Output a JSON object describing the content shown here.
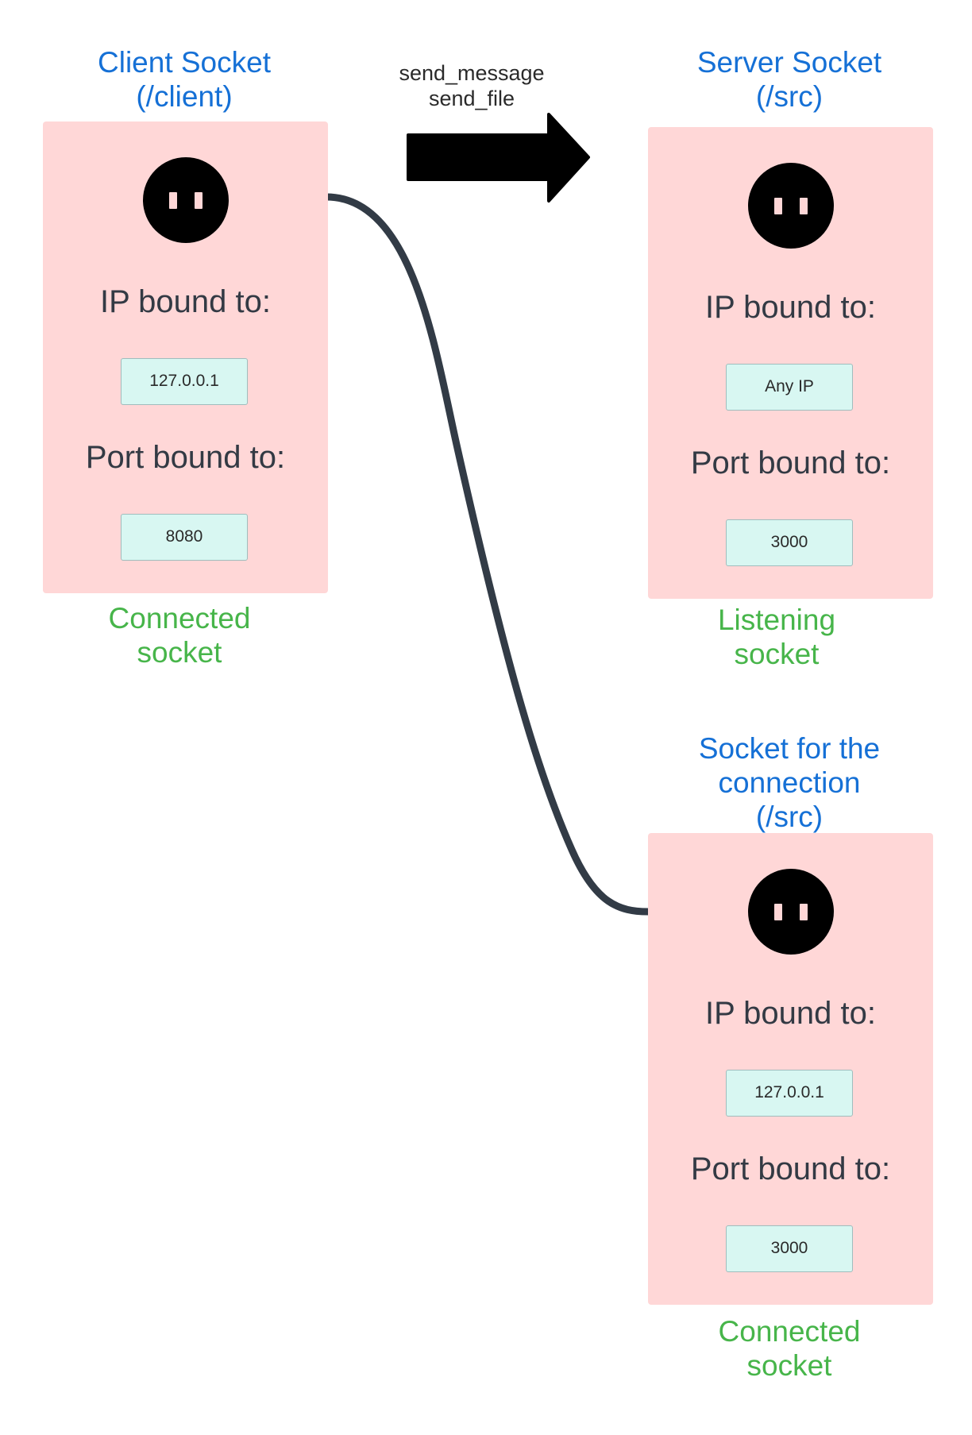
{
  "arrow": {
    "labels": [
      "send_message",
      "send_file"
    ],
    "color": "#000000"
  },
  "connector": {
    "color": "#323b46"
  },
  "sockets": {
    "client": {
      "title": [
        "Client Socket",
        "(/client)"
      ],
      "ip_label": "IP bound to:",
      "ip_value": "127.0.0.1",
      "port_label": "Port bound to:",
      "port_value": "8080",
      "status": [
        "Connected",
        "socket"
      ]
    },
    "server": {
      "title": [
        "Server Socket",
        "(/src)"
      ],
      "ip_label": "IP bound to:",
      "ip_value": "Any IP",
      "port_label": "Port bound to:",
      "port_value": "3000",
      "status": [
        "Listening",
        "socket"
      ]
    },
    "connection": {
      "title": [
        "Socket for the",
        "connection",
        "(/src)"
      ],
      "ip_label": "IP bound to:",
      "ip_value": "127.0.0.1",
      "port_label": "Port bound to:",
      "port_value": "3000",
      "status": [
        "Connected",
        "socket"
      ]
    }
  },
  "colors": {
    "card_bg": "#ffd7d7",
    "value_bg": "#d8f7f2",
    "title": "#1570d6",
    "status": "#47b54a"
  }
}
